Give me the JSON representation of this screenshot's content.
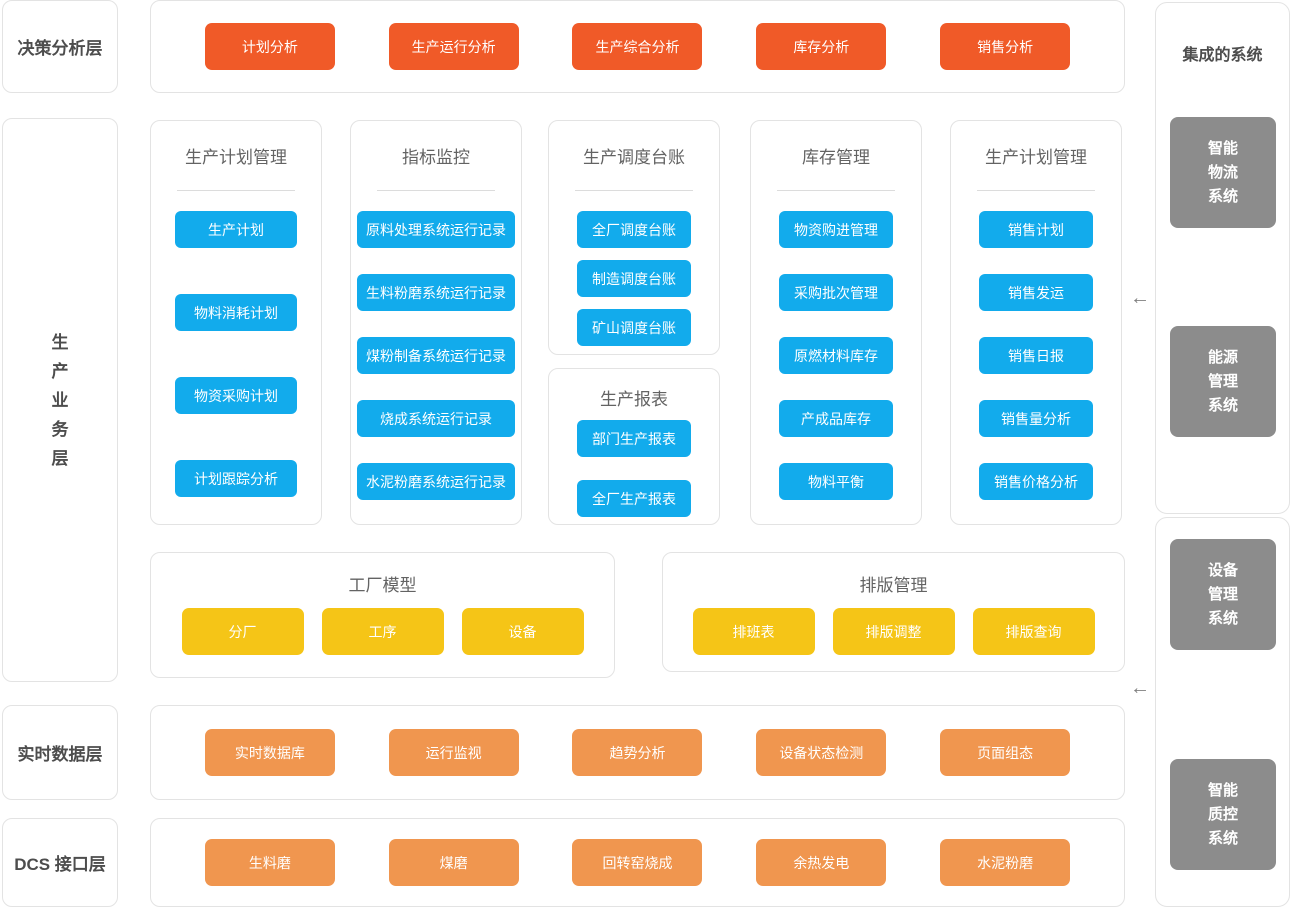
{
  "colors": {
    "analysis_red": "#f05a28",
    "module_blue": "#12abec",
    "model_yellow": "#f5c517",
    "realtime_orange": "#f0964f",
    "system_gray": "#8c8c8c",
    "panel_border": "#e3e3e3",
    "label_gray": "#4d4d4d"
  },
  "left_layers": [
    {
      "label": "决策分析层"
    },
    {
      "label": "生产业务层"
    },
    {
      "label": "实时数据层"
    },
    {
      "label": "DCS 接口层"
    }
  ],
  "decision_row": {
    "buttons": [
      "计划分析",
      "生产运行分析",
      "生产综合分析",
      "库存分析",
      "销售分析"
    ]
  },
  "panels": [
    {
      "title": "生产计划管理",
      "buttons": [
        "生产计划",
        "物料消耗计划",
        "物资采购计划",
        "计划跟踪分析"
      ]
    },
    {
      "title": "指标监控",
      "buttons": [
        "原料处理系统运行记录",
        "生料粉磨系统运行记录",
        "煤粉制备系统运行记录",
        "烧成系统运行记录",
        "水泥粉磨系统运行记录"
      ]
    },
    {
      "title": "生产调度台账",
      "buttons": [
        "全厂调度台账",
        "制造调度台账",
        "矿山调度台账"
      ]
    },
    {
      "title": "生产报表",
      "buttons": [
        "部门生产报表",
        "全厂生产报表"
      ]
    },
    {
      "title": "库存管理",
      "buttons": [
        "物资购进管理",
        "采购批次管理",
        "原燃材料库存",
        "产成品库存",
        "物料平衡"
      ]
    },
    {
      "title": "生产计划管理",
      "buttons": [
        "销售计划",
        "销售发运",
        "销售日报",
        "销售量分析",
        "销售价格分析"
      ]
    }
  ],
  "factory_model": {
    "title": "工厂模型",
    "buttons": [
      "分厂",
      "工序",
      "设备"
    ]
  },
  "layout_mgmt": {
    "title": "排版管理",
    "buttons": [
      "排班表",
      "排版调整",
      "排版查询"
    ]
  },
  "realtime_row": {
    "buttons": [
      "实时数据库",
      "运行监视",
      "趋势分析",
      "设备状态检测",
      "页面组态"
    ]
  },
  "dcs_row": {
    "buttons": [
      "生料磨",
      "煤磨",
      "回转窑烧成",
      "余热发电",
      "水泥粉磨"
    ]
  },
  "integrated": {
    "title": "集成的系统",
    "systems": [
      "智能物流系统",
      "能源管理系统",
      "设备管理系统",
      "智能质控系统"
    ]
  },
  "arrows": {
    "glyph": "←"
  }
}
